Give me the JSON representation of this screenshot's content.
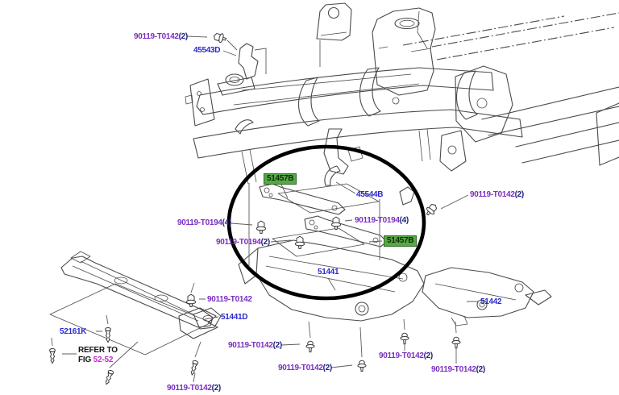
{
  "palette": {
    "part_number_blue": "#2a2ace",
    "hardware_purple": "#7a2fc0",
    "qty_navy": "#1e1e7a",
    "highlight_green_bg": "#57a847",
    "highlight_green_border": "#2f6b26",
    "highlight_green_text": "#0e2d06",
    "figure_link_magenta": "#c030c8",
    "annotation_ellipse_black": "#000000",
    "line_art_gray": "#4a4a4a"
  },
  "callouts": {
    "p1": {
      "num": "90119-T0142",
      "qty": "(2)"
    },
    "p2": {
      "text": "45543D"
    },
    "p3": {
      "text": "51457B",
      "highlighted": true
    },
    "p4": {
      "text": "45544B"
    },
    "p5": {
      "num": "90119-T0142",
      "qty": "(2)"
    },
    "p6": {
      "num": "90119-T0194",
      "qty": "(4)"
    },
    "p7": {
      "num": "90119-T0194",
      "qty": "(2)"
    },
    "p8": {
      "num": "90119-T0194",
      "qty": "(4)"
    },
    "p9": {
      "text": "51457B",
      "highlighted": true
    },
    "p10": {
      "text": "51441"
    },
    "p11": {
      "num": "90119-T0142",
      "qty": ""
    },
    "p12": {
      "text": "51441D"
    },
    "p13": {
      "text": "51442"
    },
    "p14": {
      "text": "52161K"
    },
    "p15": {
      "num": "90119-T0142",
      "qty": "(2)"
    },
    "p16": {
      "num": "90119-T0142",
      "qty": "(2)"
    },
    "p17": {
      "num": "90119-T0142",
      "qty": "(2)"
    },
    "p18": {
      "num": "90119-T0142",
      "qty": "(2)"
    },
    "p19": {
      "num": "90119-T0142",
      "qty": "(2)"
    }
  },
  "note": {
    "line1": "REFER TO",
    "line2_prefix": "FIG ",
    "figure": "52-52"
  },
  "icons": {
    "bolt": "flanged-hex-bolt-icon",
    "screw": "pan-head-screw-icon",
    "clip": "push-pin-retainer-clip-icon"
  }
}
